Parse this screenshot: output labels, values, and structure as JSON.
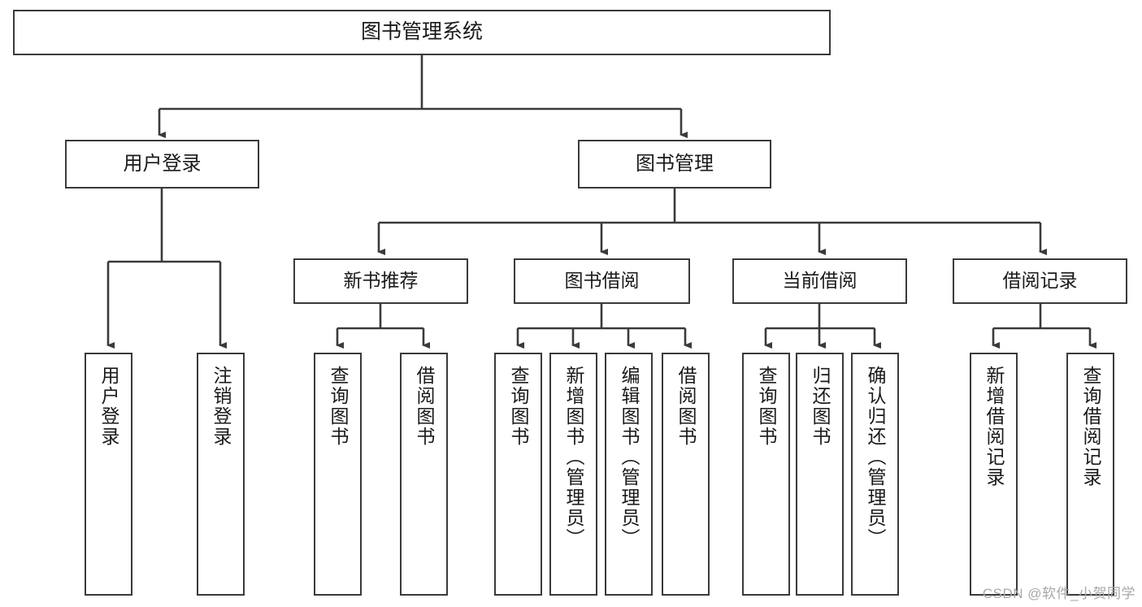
{
  "diagram": {
    "type": "tree-hierarchy",
    "title": "图书管理系统",
    "root": {
      "id": "root",
      "label": "图书管理系统"
    },
    "level2": [
      {
        "id": "user-login",
        "label": "用户登录"
      },
      {
        "id": "book-management",
        "label": "图书管理"
      }
    ],
    "level3": [
      {
        "id": "new-book-recommend",
        "label": "新书推荐",
        "parent": "book-management"
      },
      {
        "id": "book-borrow",
        "label": "图书借阅",
        "parent": "book-management"
      },
      {
        "id": "current-borrow",
        "label": "当前借阅",
        "parent": "book-management"
      },
      {
        "id": "borrow-record",
        "label": "借阅记录",
        "parent": "book-management"
      }
    ],
    "leaves": [
      {
        "id": "leaf-user-login",
        "label": "用户登录",
        "parent": "user-login"
      },
      {
        "id": "leaf-logout-login",
        "label": "注销登录",
        "parent": "user-login"
      },
      {
        "id": "leaf-query-book-1",
        "label": "查询图书",
        "parent": "new-book-recommend"
      },
      {
        "id": "leaf-borrow-book-1",
        "label": "借阅图书",
        "parent": "new-book-recommend"
      },
      {
        "id": "leaf-query-book-2",
        "label": "查询图书",
        "parent": "book-borrow"
      },
      {
        "id": "leaf-add-book",
        "label": "新增图书（管理员）",
        "parent": "book-borrow"
      },
      {
        "id": "leaf-edit-book",
        "label": "编辑图书（管理员）",
        "parent": "book-borrow"
      },
      {
        "id": "leaf-borrow-book-2",
        "label": "借阅图书",
        "parent": "book-borrow"
      },
      {
        "id": "leaf-query-book-3",
        "label": "查询图书",
        "parent": "current-borrow"
      },
      {
        "id": "leaf-return-book",
        "label": "归还图书",
        "parent": "current-borrow"
      },
      {
        "id": "leaf-confirm-return",
        "label": "确认归还（管理员）",
        "parent": "current-borrow"
      },
      {
        "id": "leaf-add-record",
        "label": "新增借阅记录",
        "parent": "borrow-record"
      },
      {
        "id": "leaf-query-record",
        "label": "查询借阅记录",
        "parent": "borrow-record"
      }
    ],
    "colors": {
      "border": "#3a3a3a",
      "background": "#ffffff",
      "text": "#1a1a1a",
      "connector": "#3a3a3a",
      "watermark": "#a8a8a8"
    }
  },
  "watermark": {
    "text": "CSDN @软件_小贺同学"
  }
}
